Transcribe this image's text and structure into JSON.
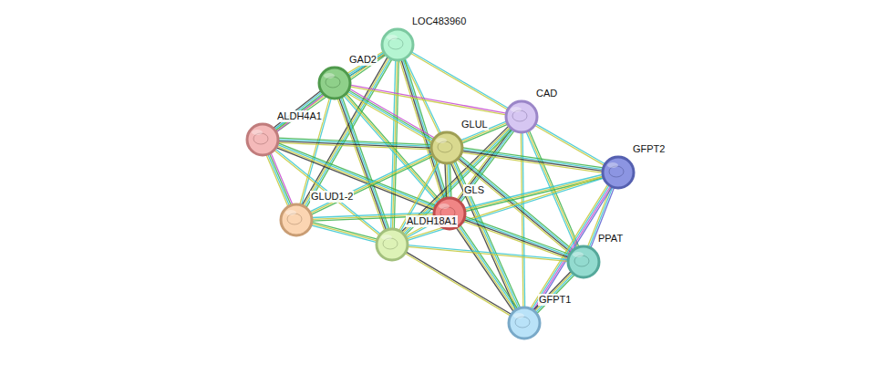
{
  "diagram": {
    "nodes": [
      {
        "text": [
          "LOC483960"
        ]
      },
      {
        "text": [
          "GAD2"
        ]
      },
      {
        "text": [
          "CAD"
        ]
      },
      {
        "text": [
          "ALDH4A1"
        ]
      },
      {
        "text": [
          "GLUL"
        ]
      },
      {
        "text": [
          "GFPT2"
        ]
      },
      {
        "text": [
          "GLS"
        ]
      },
      {
        "text": [
          "GLUD1-2"
        ]
      },
      {
        "text": [
          "ALDH18A1"
        ]
      },
      {
        "text": [
          "PPAT"
        ]
      },
      {
        "text": [
          "GFPT1"
        ]
      }
    ],
    "edges": [
      {
        "from": 0,
        "to": 1,
        "arrow": "none"
      },
      {
        "from": 0,
        "to": 3,
        "arrow": "none"
      },
      {
        "from": 0,
        "to": 4,
        "arrow": "none"
      },
      {
        "from": 0,
        "to": 6,
        "arrow": "none"
      },
      {
        "from": 0,
        "to": 7,
        "arrow": "none"
      },
      {
        "from": 0,
        "to": 8,
        "arrow": "none"
      },
      {
        "from": 0,
        "to": 2,
        "arrow": "none"
      },
      {
        "from": 1,
        "to": 3,
        "arrow": "none"
      },
      {
        "from": 1,
        "to": 4,
        "arrow": "none"
      },
      {
        "from": 1,
        "to": 6,
        "arrow": "none"
      },
      {
        "from": 1,
        "to": 7,
        "arrow": "none"
      },
      {
        "from": 1,
        "to": 8,
        "arrow": "none"
      },
      {
        "from": 1,
        "to": 2,
        "arrow": "none"
      },
      {
        "from": 2,
        "to": 4,
        "arrow": "none"
      },
      {
        "from": 2,
        "to": 5,
        "arrow": "none"
      },
      {
        "from": 2,
        "to": 6,
        "arrow": "none"
      },
      {
        "from": 2,
        "to": 8,
        "arrow": "none"
      },
      {
        "from": 2,
        "to": 9,
        "arrow": "none"
      },
      {
        "from": 2,
        "to": 10,
        "arrow": "none"
      },
      {
        "from": 3,
        "to": 4,
        "arrow": "none"
      },
      {
        "from": 3,
        "to": 6,
        "arrow": "none"
      },
      {
        "from": 3,
        "to": 7,
        "arrow": "none"
      },
      {
        "from": 3,
        "to": 8,
        "arrow": "none"
      },
      {
        "from": 4,
        "to": 5,
        "arrow": "none"
      },
      {
        "from": 4,
        "to": 6,
        "arrow": "none"
      },
      {
        "from": 4,
        "to": 7,
        "arrow": "none"
      },
      {
        "from": 4,
        "to": 8,
        "arrow": "none"
      },
      {
        "from": 4,
        "to": 9,
        "arrow": "none"
      },
      {
        "from": 4,
        "to": 10,
        "arrow": "none"
      },
      {
        "from": 5,
        "to": 6,
        "arrow": "none"
      },
      {
        "from": 5,
        "to": 8,
        "arrow": "none"
      },
      {
        "from": 5,
        "to": 9,
        "arrow": "none"
      },
      {
        "from": 5,
        "to": 10,
        "arrow": "none"
      },
      {
        "from": 6,
        "to": 7,
        "arrow": "none"
      },
      {
        "from": 6,
        "to": 8,
        "arrow": "none"
      },
      {
        "from": 6,
        "to": 9,
        "arrow": "none"
      },
      {
        "from": 6,
        "to": 10,
        "arrow": "none"
      },
      {
        "from": 7,
        "to": 8,
        "arrow": "none"
      },
      {
        "from": 8,
        "to": 9,
        "arrow": "none"
      },
      {
        "from": 8,
        "to": 10,
        "arrow": "none"
      },
      {
        "from": 9,
        "to": 10,
        "arrow": "none"
      }
    ]
  }
}
